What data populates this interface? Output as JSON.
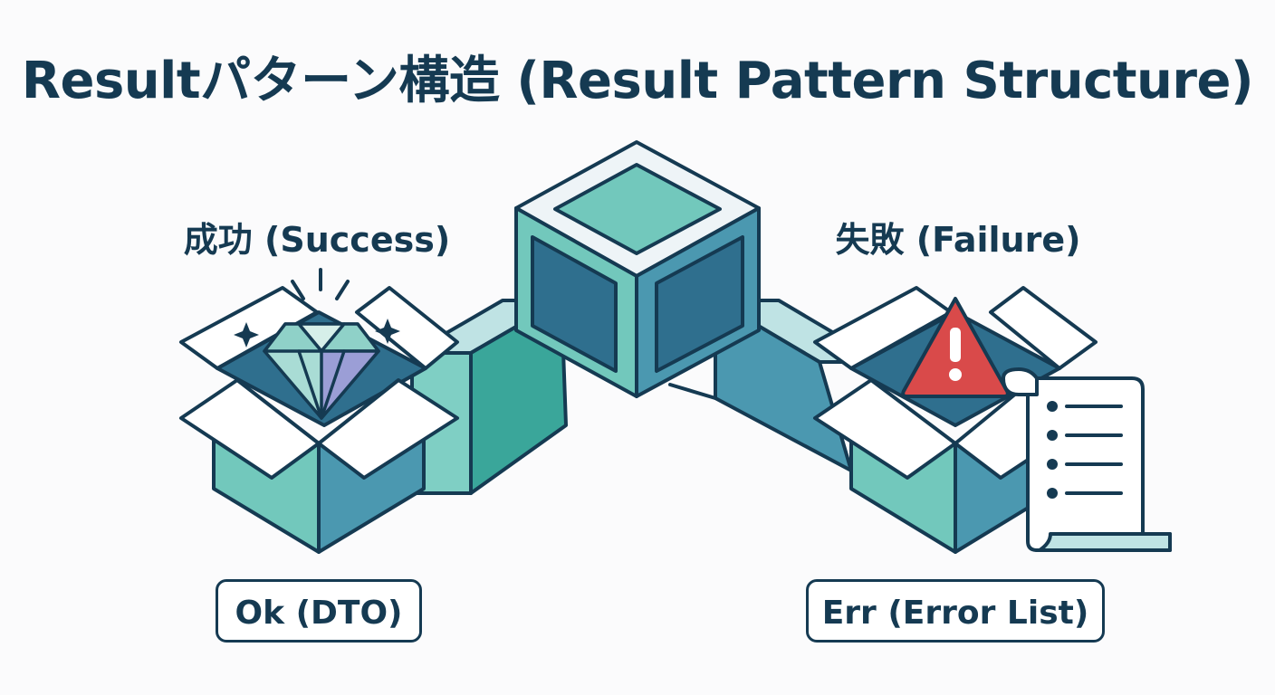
{
  "title": "Resultパターン構造 (Result Pattern Structure)",
  "success": {
    "label": "成功 (Success)",
    "tag": "Ok (DTO)"
  },
  "failure": {
    "label": "失敗 (Failure)",
    "tag": "Err (Error List)"
  },
  "colors": {
    "outline": "#153a52",
    "teal_light": "#72c8bc",
    "teal_mid": "#3aa69a",
    "blue_mid": "#4b98b0",
    "blue_dark": "#2f6f8e",
    "pale": "#bfe3e4",
    "warning": "#d94a4a"
  },
  "icons": [
    "diamond-icon",
    "sparkle-icon",
    "warning-icon",
    "error-list-scroll-icon",
    "hub-cube-icon"
  ]
}
